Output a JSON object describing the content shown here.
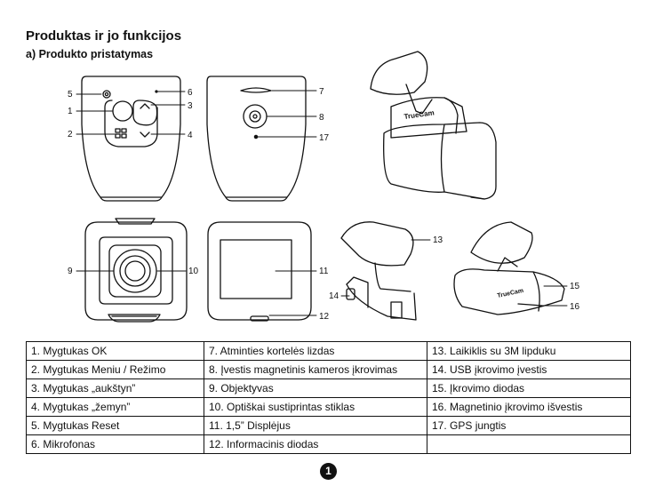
{
  "heading": {
    "title": "Produktas ir jo funkcijos",
    "subtitle": "a) Produkto pristatymas"
  },
  "brand_mark": "TrueCam",
  "callouts": [
    "1",
    "2",
    "3",
    "4",
    "5",
    "6",
    "7",
    "8",
    "9",
    "10",
    "11",
    "12",
    "13",
    "14",
    "15",
    "16",
    "17"
  ],
  "legend": [
    [
      "1. Mygtukas OK",
      "7. Atminties kortelės lizdas",
      "13. Laikiklis su 3M lipduku"
    ],
    [
      "2. Mygtukas Meniu / Režimo",
      "8. Įvestis magnetinis kameros įkrovimas",
      "14. USB įkrovimo įvestis"
    ],
    [
      "3. Mygtukas „aukštyn”",
      "9. Objektyvas",
      "15. Įkrovimo diodas"
    ],
    [
      "4. Mygtukas „žemyn”",
      "10. Optiškai sustiprintas stiklas",
      "16. Magnetinio įkrovimo išvestis"
    ],
    [
      "5. Mygtukas Reset",
      "11. 1,5” Displėjus",
      "17. GPS jungtis"
    ],
    [
      "6. Mikrofonas",
      "12. Informacinis diodas",
      ""
    ]
  ],
  "page_number": "1"
}
